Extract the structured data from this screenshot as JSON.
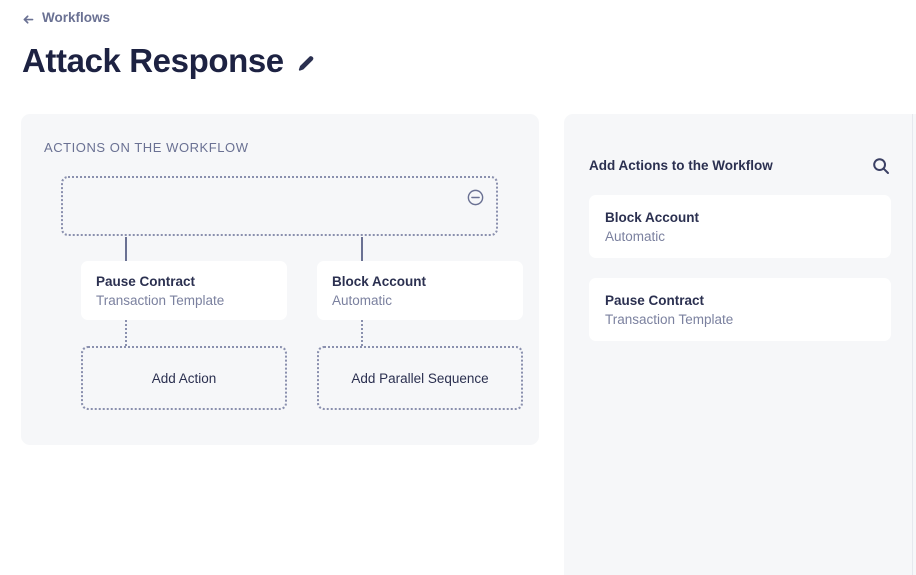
{
  "header": {
    "back_label": "Workflows",
    "back_icon": "arrow-left-icon",
    "title": "Attack Response",
    "edit_icon": "pencil-icon"
  },
  "workflow_panel": {
    "section_label": "ACTIONS ON THE WORKFLOW",
    "root_node": {
      "remove_icon": "minus-circle-icon",
      "label": ""
    },
    "branches": [
      {
        "card": {
          "title": "Pause Contract",
          "subtitle": "Transaction Template"
        },
        "add_button": "Add Action"
      },
      {
        "card": {
          "title": "Block Account",
          "subtitle": "Automatic"
        },
        "add_button": "Add Parallel Sequence"
      }
    ]
  },
  "library_panel": {
    "title": "Add Actions to the Workflow",
    "search_icon": "search-icon",
    "cards": [
      {
        "title": "Block Account",
        "subtitle": "Automatic"
      },
      {
        "title": "Pause Contract",
        "subtitle": "Transaction Template"
      }
    ]
  },
  "colors": {
    "panel_bg": "#f6f7f9",
    "card_bg": "#ffffff",
    "text_primary": "#2b3050",
    "text_muted": "#7b819f",
    "border_dotted": "#8a90ae"
  }
}
